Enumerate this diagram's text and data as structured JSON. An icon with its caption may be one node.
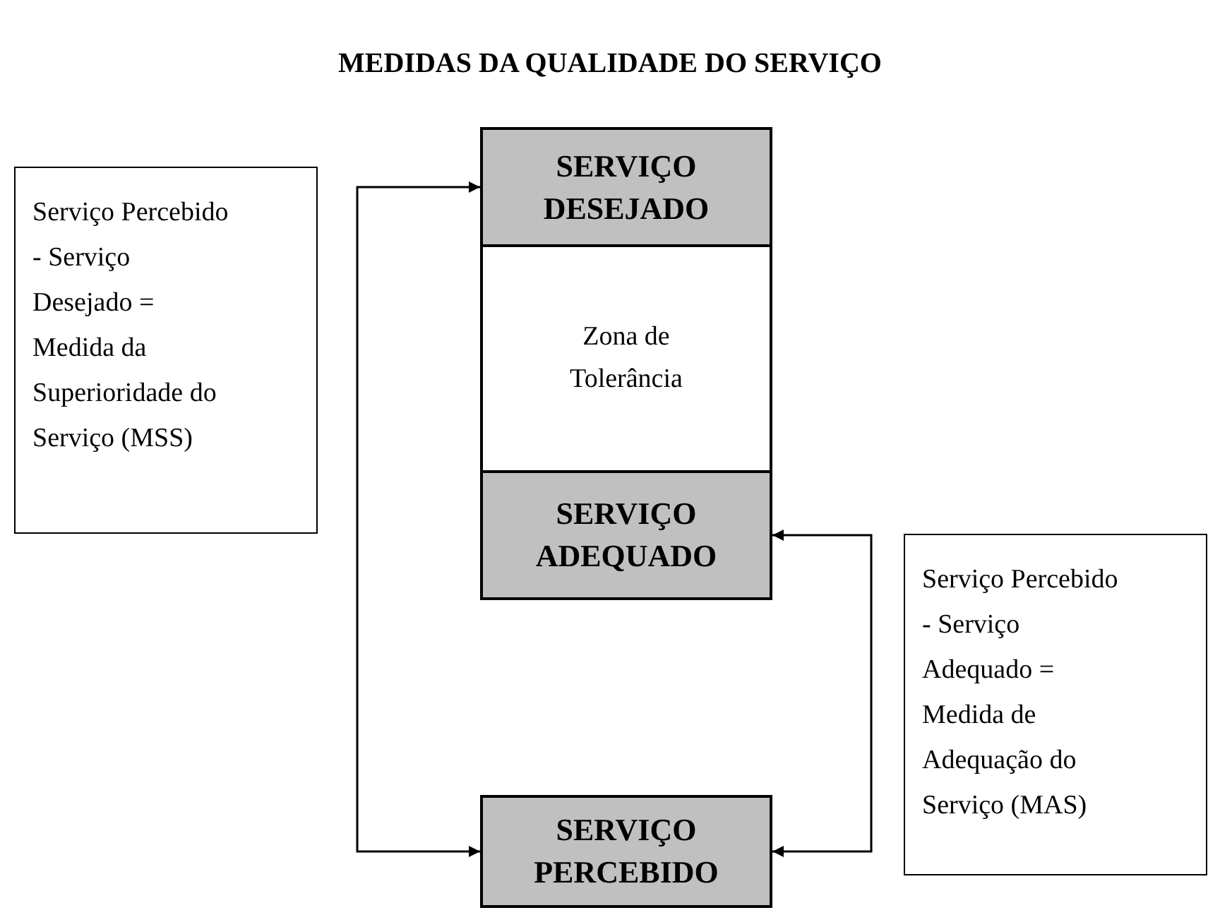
{
  "diagram": {
    "title": "MEDIDAS DA QUALIDADE DO SERVIÇO",
    "nodes": [
      {
        "text": [
          "SERVIÇO DESEJADO"
        ]
      },
      {
        "text": [
          "Zona de Tolerância"
        ]
      },
      {
        "text": [
          "SERVIÇO ADEQUADO"
        ]
      },
      {
        "text": [
          "SERVIÇO PERCEBIDO"
        ]
      },
      {
        "text": [
          "Serviço Percebido - Serviço Desejado = Medida da Superioridade do Serviço (MSS)"
        ]
      },
      {
        "text": [
          "Serviço Percebido - Serviço Adequado = Medida de Adequação do Serviço (MAS)"
        ]
      }
    ],
    "edges": [
      {
        "from": 0,
        "to": 3,
        "arrow": "both"
      },
      {
        "from": 2,
        "to": 3,
        "arrow": "both"
      }
    ]
  }
}
